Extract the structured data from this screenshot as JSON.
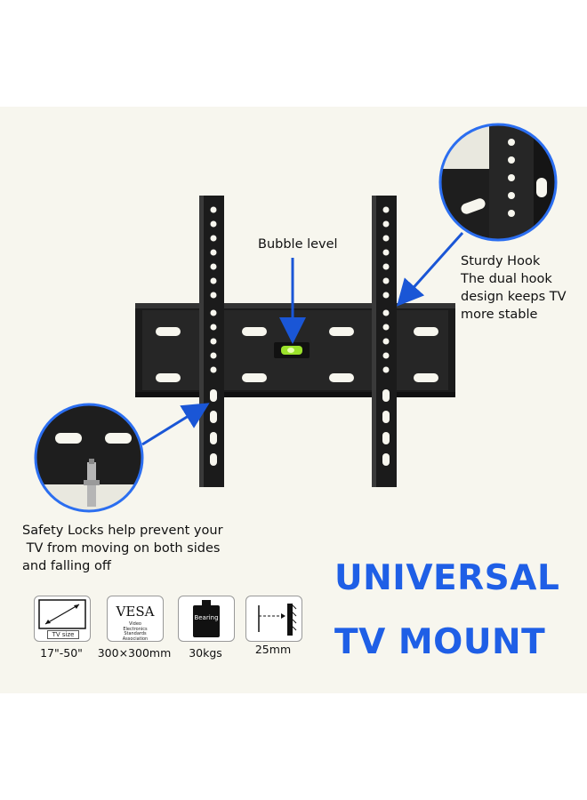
{
  "callouts": {
    "bubble_level": "Bubble level",
    "sturdy_hook": [
      "Sturdy Hook",
      "The dual hook",
      "design keeps TV",
      "more stable"
    ],
    "safety_locks": [
      "Safety Locks help prevent your",
      " TV from moving on both sides",
      "and falling off"
    ]
  },
  "headline": {
    "line1": "UNIVERSAL",
    "line2": "TV MOUNT"
  },
  "specs": [
    {
      "icon": "tv-size-icon",
      "icon_text": "TV size",
      "label": "17\"-50\""
    },
    {
      "icon": "vesa-icon",
      "icon_text": "VESA",
      "icon_subtext": "Video Electronics Standards Association",
      "label": "300×300mm"
    },
    {
      "icon": "weight-icon",
      "icon_text": "Bearing",
      "label": "30kgs"
    },
    {
      "icon": "wall-distance-icon",
      "label": "25mm"
    }
  ],
  "colors": {
    "background": "#f7f6ee",
    "headline": "#1f5fe6",
    "arrow": "#1a56d6",
    "callout_ring": "#2b6ef0",
    "mount": "#1b1b1b",
    "bubble": "#9be22b"
  }
}
